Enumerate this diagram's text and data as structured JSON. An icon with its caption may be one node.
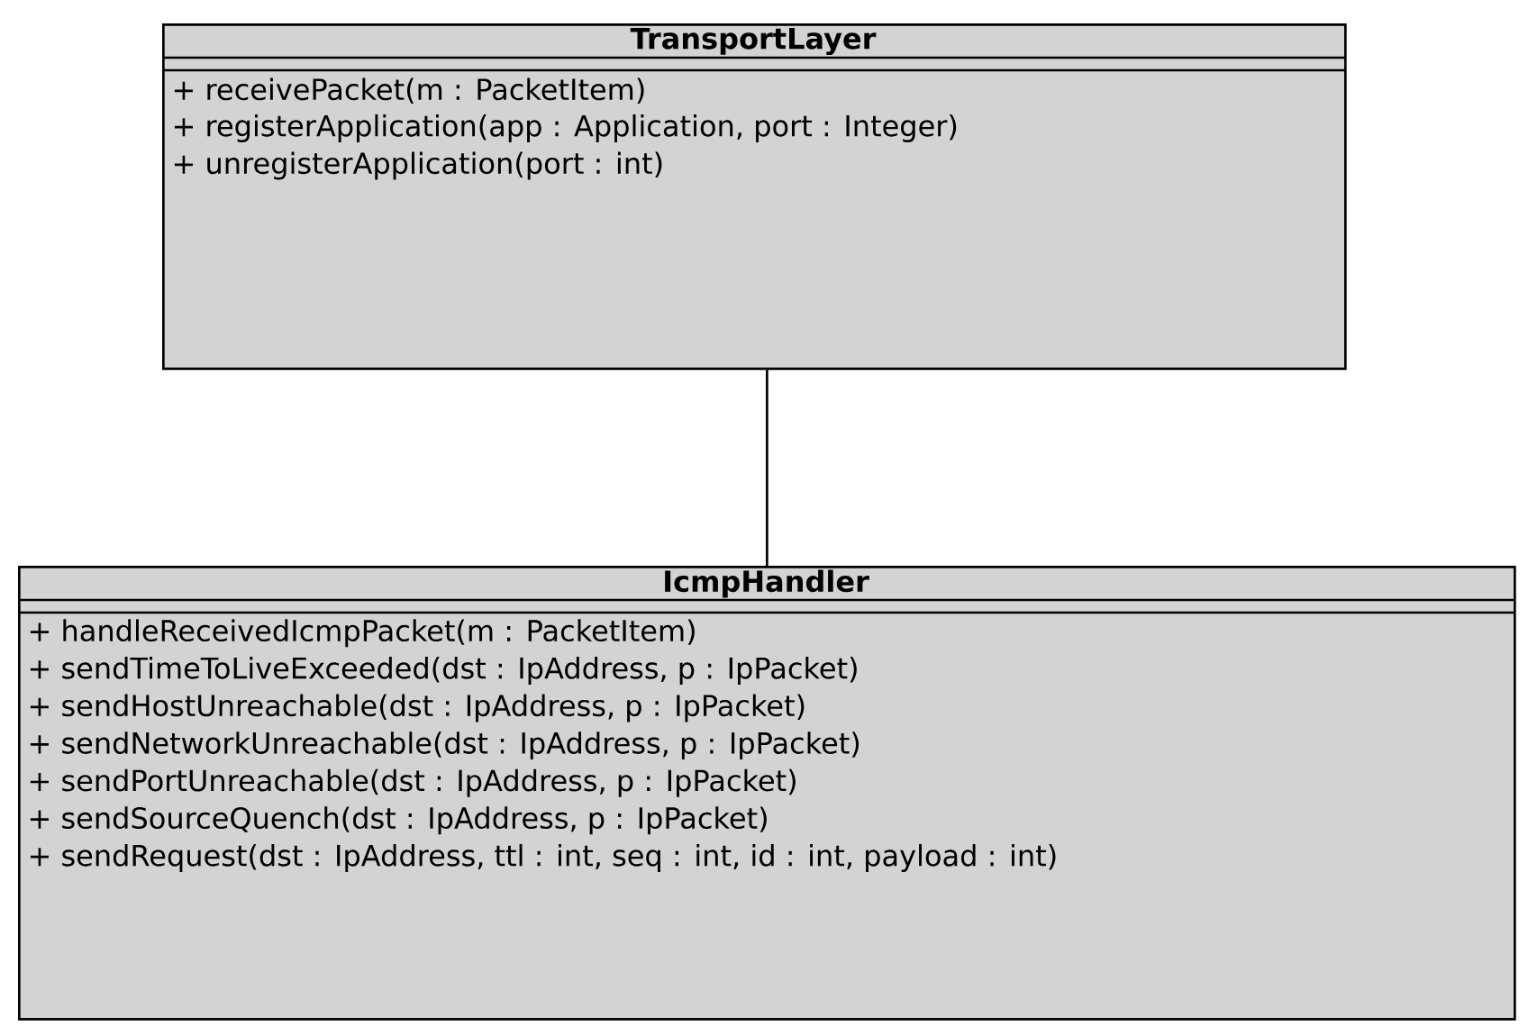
{
  "diagram": {
    "nodes": [
      {
        "text": [
          "TransportLayer",
          "+ receivePacket(m : PacketItem)",
          "+ registerApplication(app : Application, port : Integer)",
          "+ unregisterApplication(port : int)"
        ]
      },
      {
        "text": [
          "IcmpHandler",
          "+ handleReceivedIcmpPacket(m : PacketItem)",
          "+ sendTimeToLiveExceeded(dst : IpAddress, p : IpPacket)",
          "+ sendHostUnreachable(dst : IpAddress, p : IpPacket)",
          "+ sendNetworkUnreachable(dst : IpAddress, p : IpPacket)",
          "+ sendPortUnreachable(dst : IpAddress, p : IpPacket)",
          "+ sendSourceQuench(dst : IpAddress, p : IpPacket)",
          "+ sendRequest(dst : IpAddress, ttl : int, seq : int, id : int, payload : int)"
        ]
      }
    ],
    "edges": [
      {
        "from": 0,
        "to": 1,
        "arrow": "none"
      }
    ]
  }
}
